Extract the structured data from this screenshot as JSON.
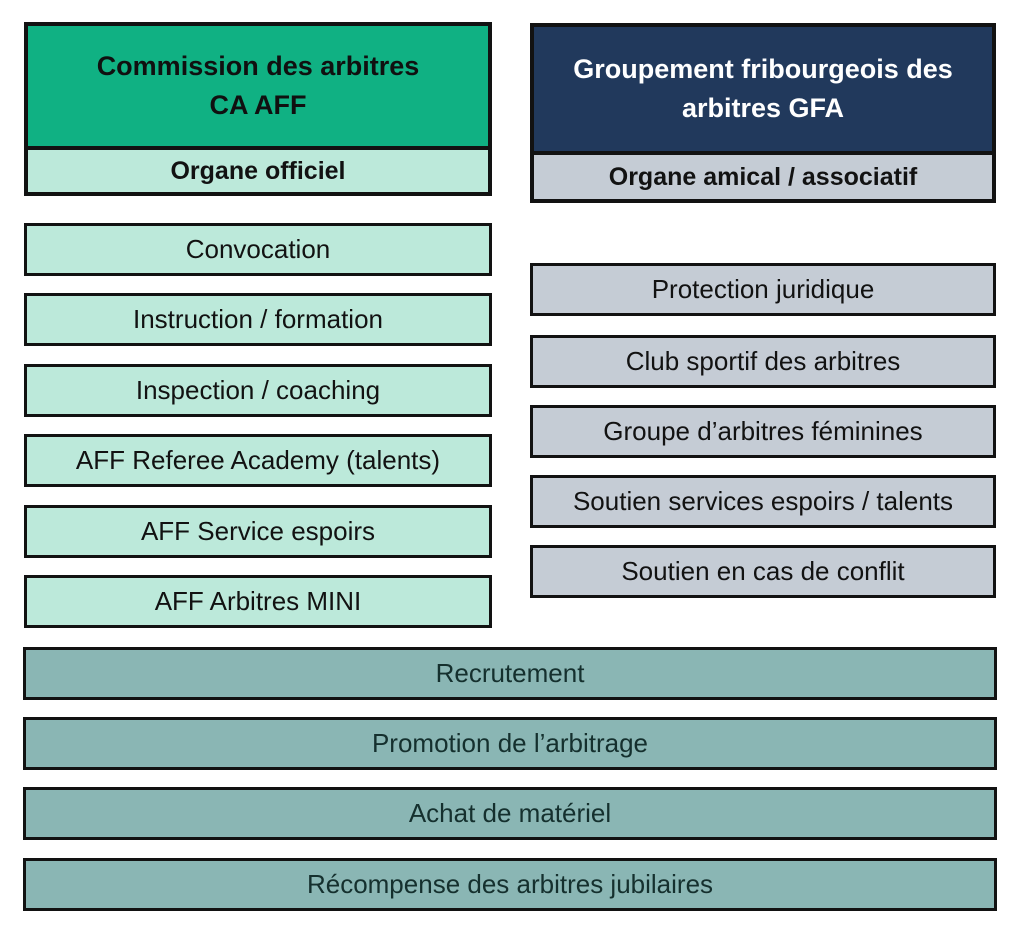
{
  "diagram": {
    "left": {
      "title": "Commission des arbitres\nCA AFF",
      "subtitle": "Organe officiel",
      "items": [
        "Convocation",
        "Instruction / formation",
        "Inspection / coaching",
        "AFF Referee Academy (talents)",
        "AFF Service espoirs",
        "AFF Arbitres MINI"
      ]
    },
    "right": {
      "title": "Groupement fribourgeois des\narbitres GFA",
      "subtitle": "Organe amical / associatif",
      "items": [
        "Protection juridique",
        "Club sportif des arbitres",
        "Groupe d’arbitres féminines",
        "Soutien services espoirs / talents",
        "Soutien en cas de conflit"
      ]
    },
    "shared": [
      "Recrutement",
      "Promotion de l’arbitrage",
      "Achat de matériel",
      "Récompense des arbitres jubilaires"
    ],
    "colors": {
      "green": "#10b183",
      "mint": "#bce9da",
      "navy": "#21395c",
      "gray": "#c5ccd5",
      "teal": "#8ab6b4",
      "border": "#121212"
    }
  }
}
